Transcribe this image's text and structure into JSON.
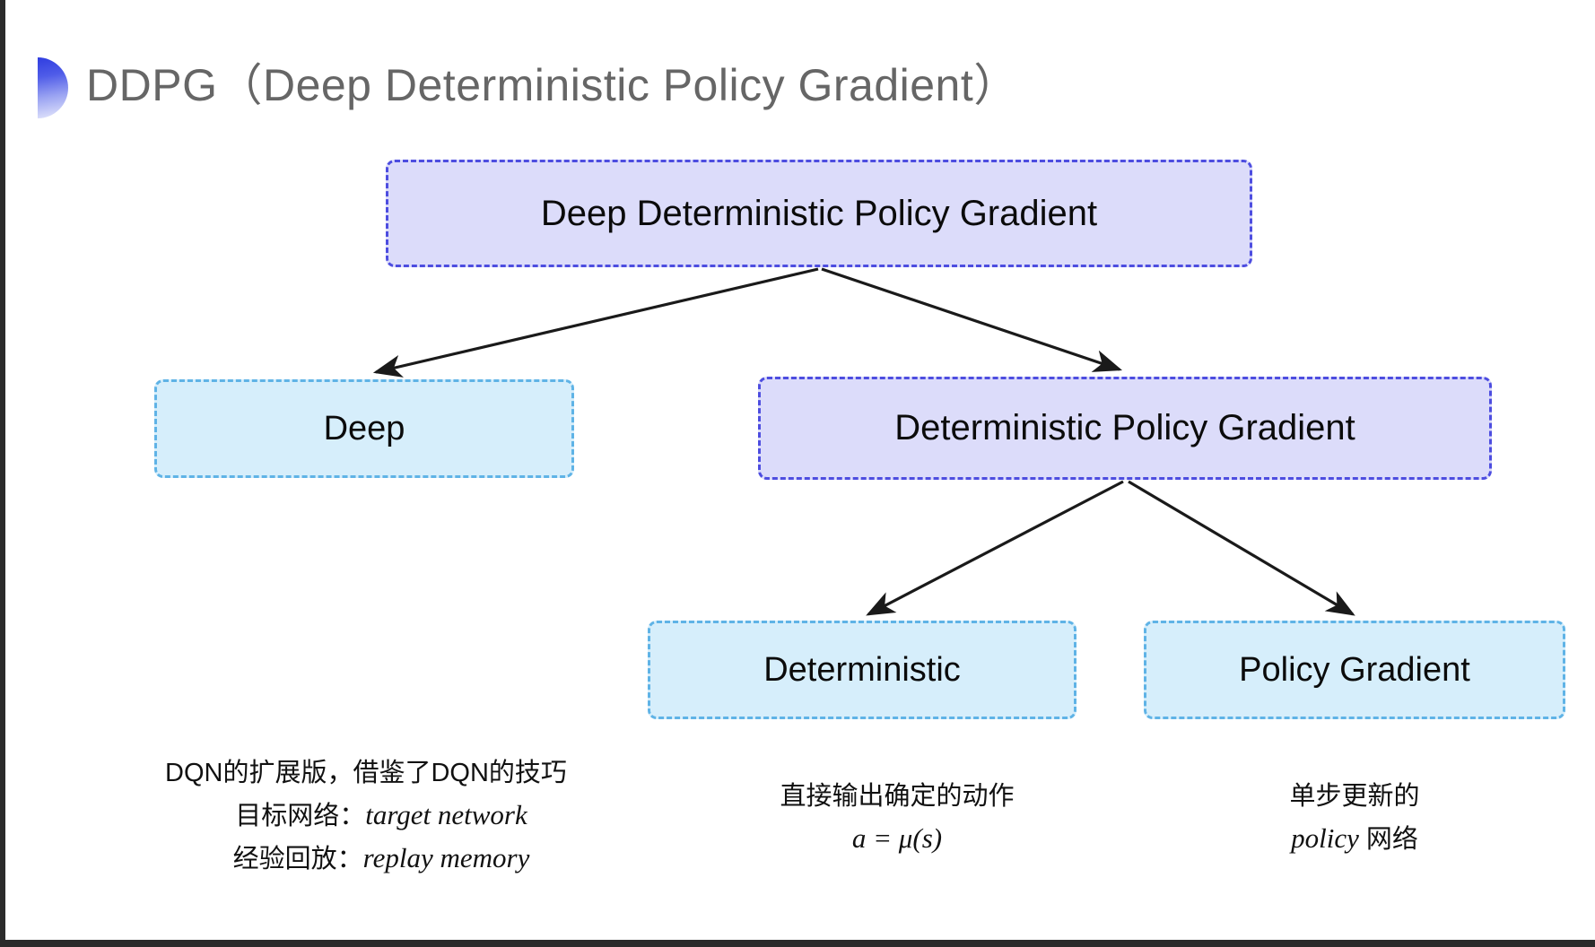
{
  "slide": {
    "title": "DDPG（Deep Deterministic Policy Gradient）",
    "background_color": "#ffffff",
    "title_color": "#666666",
    "bullet_gradient_from": "#2f3de0",
    "bullet_gradient_to": "#e8eafc"
  },
  "diagram": {
    "type": "tree",
    "node_colors": {
      "purple_fill": "#dcdcfa",
      "purple_border": "#4d4de0",
      "cyan_fill": "#d6eefb",
      "cyan_border": "#5fb3e6",
      "arrow_color": "#1a1a1a"
    },
    "nodes": {
      "root": "Deep Deterministic Policy Gradient",
      "deep": "Deep",
      "dpg": "Deterministic Policy Gradient",
      "deterministic": "Deterministic",
      "policy_gradient": "Policy Gradient"
    }
  },
  "annotations": {
    "left": {
      "line1": "DQN的扩展版，借鉴了DQN的技巧",
      "line2_label": "目标网络：",
      "line2_term": "target network",
      "line3_label": "经验回放：",
      "line3_term": "replay memory"
    },
    "middle": {
      "line1": "直接输出确定的动作",
      "formula": "a = μ(s)"
    },
    "right": {
      "line1": "单步更新的",
      "line2_term": "policy",
      "line2_suffix": " 网络"
    }
  }
}
